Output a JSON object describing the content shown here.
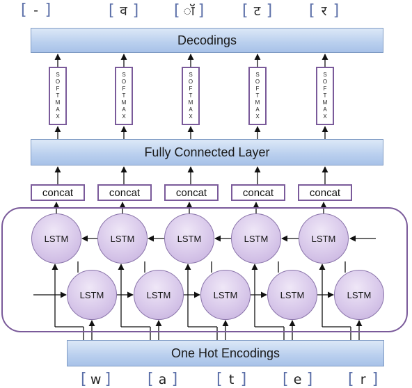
{
  "decodings_label": "Decodings",
  "fc_label": "Fully Connected Layer",
  "onehot_label": "One Hot Encodings",
  "concat_label": "concat",
  "softmax_letters": [
    "S",
    "O",
    "F",
    "T",
    "M",
    "A",
    "X"
  ],
  "lstm_label": "LSTM",
  "output_tokens": [
    "-",
    "व",
    "ॉ",
    "ट",
    "र"
  ],
  "input_tokens": [
    "w",
    "a",
    "t",
    "e",
    "r"
  ],
  "colors": {
    "bar_fill": "#b9cfee",
    "bar_border": "#7f9bc4",
    "purple_border": "#7a5a9a",
    "lstm_fill": "#d8c8ea"
  }
}
